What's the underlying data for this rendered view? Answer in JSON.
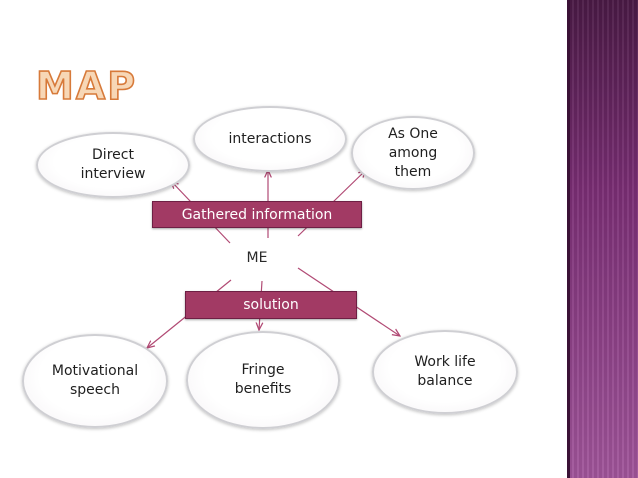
{
  "slide": {
    "title": "MAP",
    "center": "ME",
    "gathered_label": "Gathered information",
    "solution_label": "solution"
  },
  "nodes": {
    "direct_interview": "Direct\ninterview",
    "interactions": "interactions",
    "as_one_among_them": "As One\namong\nthem",
    "motivational_speech": "Motivational\nspeech",
    "fringe_benefits": "Fringe\nbenefits",
    "work_life_balance": "Work life\nbalance"
  },
  "colors": {
    "bar": "#a23a64",
    "connector": "#b14a74",
    "title_fill": "#f7d7b6",
    "title_stroke": "#d77a3a",
    "sidebar": "#7a2e74"
  }
}
